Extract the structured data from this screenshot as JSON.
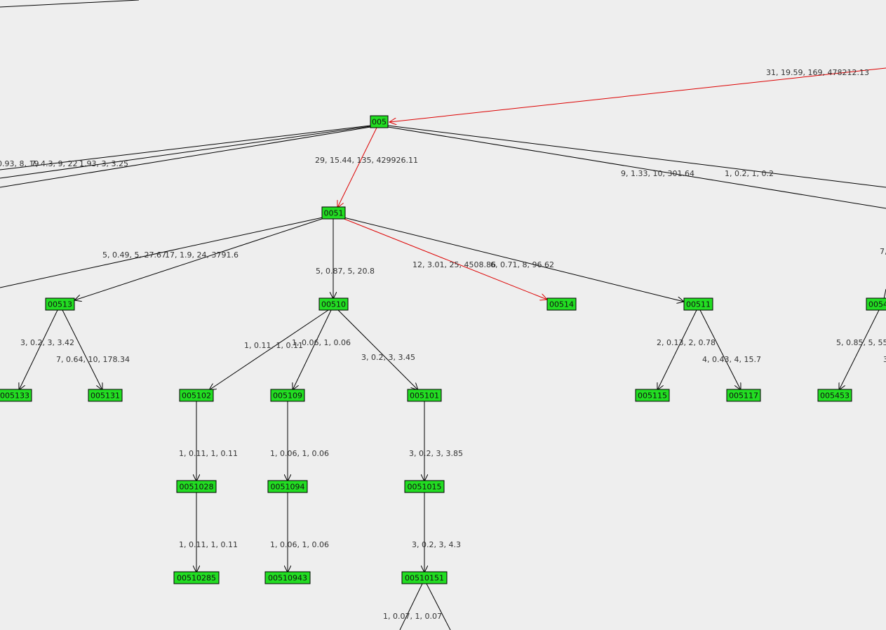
{
  "colors": {
    "background": "#eeeeee",
    "node_fill": "#22dd22",
    "edge_default": "#000000",
    "edge_highlight": "#dd0000"
  },
  "nodes": {
    "n005": "005",
    "n0051": "0051",
    "n00513": "00513",
    "n00510": "00510",
    "n00514": "00514",
    "n00511": "00511",
    "n0054x": "0054",
    "n005133": "005133",
    "n005131": "005131",
    "n005102": "005102",
    "n005109": "005109",
    "n005101": "005101",
    "n005115": "005115",
    "n005117": "005117",
    "n005453": "005453",
    "n0051028": "0051028",
    "n0051094": "0051094",
    "n0051015": "0051015",
    "n00510285": "00510285",
    "n00510943": "00510943",
    "n00510151": "00510151"
  },
  "edge_labels": {
    "top_right": "31, 19.59, 169, 478212.13",
    "e005_0051": "29, 15.44, 135, 429926.11",
    "left_a": "0.93, 8, 19",
    "left_b": "7, 4.3, 9, 22",
    "left_c": "1.93, 3, 3.25",
    "right_a": "9, 1.33, 10, 301.64",
    "right_b": "1, 0.2, 1, 0.2",
    "left_d": "5, 0.49, 5, 27.67",
    "e0051_00513": "17, 1.9, 24, 3791.6",
    "e0051_00510": "5, 0.87, 5, 20.8",
    "e0051_00514": "12, 3.01, 25, 4508.86",
    "e0051_00511": "6, 0.71, 8, 96.62",
    "right_c": "7,",
    "e00513_005133": "3, 0.2, 3, 3.42",
    "e00513_005131": "7, 0.64, 10, 178.34",
    "e00510_005102": "1, 0.11, 1, 0.11",
    "e00510_005109": "1, 0.06, 1, 0.06",
    "e00510_005101": "3, 0.2, 3, 3.45",
    "e00511_005115": "2, 0.13, 2, 0.78",
    "e00511_005117": "4, 0.43, 4, 15.7",
    "e0054_005453": "5, 0.85, 5, 55",
    "right_d": "3",
    "e005102_0051028": "1, 0.11, 1, 0.11",
    "e005109_0051094": "1, 0.06, 1, 0.06",
    "e005101_0051015": "3, 0.2, 3, 3.85",
    "e0051028_00510285": "1, 0.11, 1, 0.11",
    "e0051094_00510943": "1, 0.06, 1, 0.06",
    "e0051015_00510151": "3, 0.2, 3, 4.3",
    "e00510151_child": "1, 0.07, 1, 0.07"
  }
}
